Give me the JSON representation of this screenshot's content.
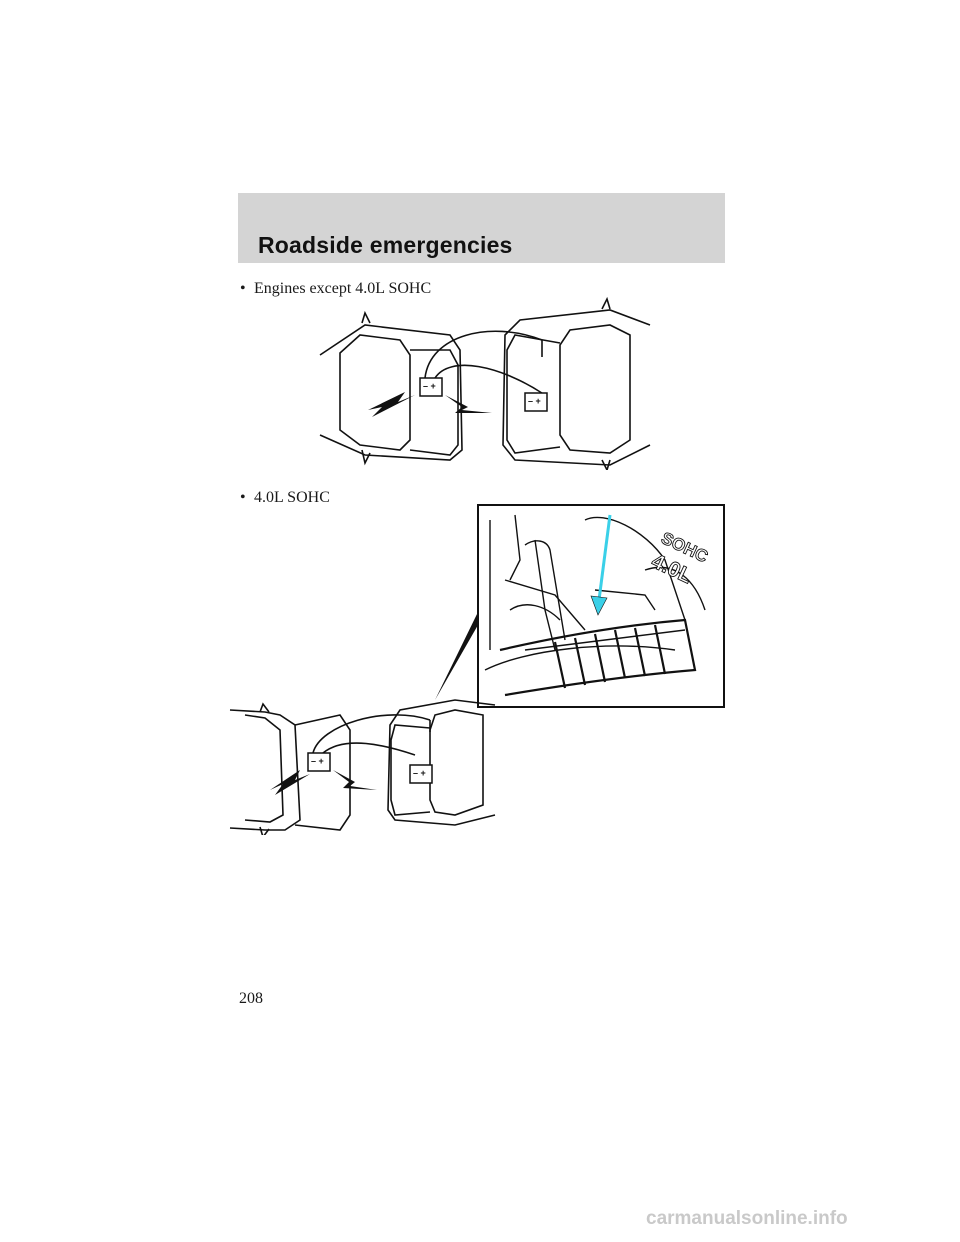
{
  "header": {
    "title": "Roadside emergencies"
  },
  "bullets": [
    {
      "symbol": "•",
      "text": "Engines except 4.0L SOHC"
    },
    {
      "symbol": "•",
      "text": "4.0L SOHC"
    }
  ],
  "figure_labels": {
    "battery_terminals": "– +",
    "engine_badge_line1": "SOHC",
    "engine_badge_line2": "4.0L"
  },
  "footer": {
    "page_number": "208"
  },
  "watermark": "carmanualsonline.info",
  "colors": {
    "header_band": "#d4d4d4",
    "arrow": "#3ad0e8"
  }
}
